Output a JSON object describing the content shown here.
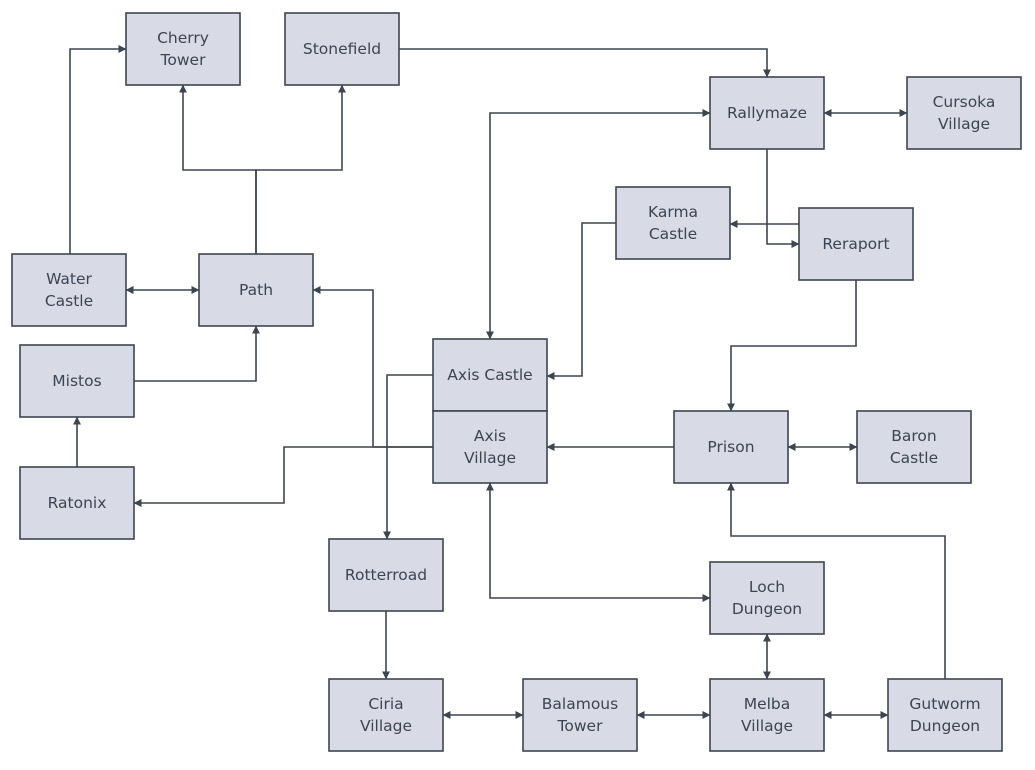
{
  "nodes": {
    "cherry_tower": {
      "line1": "Cherry",
      "line2": "Tower"
    },
    "stonefield": {
      "line1": "Stonefield"
    },
    "rallymaze": {
      "line1": "Rallymaze"
    },
    "cursoka_village": {
      "line1": "Cursoka",
      "line2": "Village"
    },
    "karma_castle": {
      "line1": "Karma",
      "line2": "Castle"
    },
    "reraport": {
      "line1": "Reraport"
    },
    "water_castle": {
      "line1": "Water",
      "line2": "Castle"
    },
    "path": {
      "line1": "Path"
    },
    "mistos": {
      "line1": "Mistos"
    },
    "axis_castle": {
      "line1": "Axis Castle"
    },
    "axis_village": {
      "line1": "Axis",
      "line2": "Village"
    },
    "prison": {
      "line1": "Prison"
    },
    "baron_castle": {
      "line1": "Baron",
      "line2": "Castle"
    },
    "ratonix": {
      "line1": "Ratonix"
    },
    "rotterroad": {
      "line1": "Rotterroad"
    },
    "loch_dungeon": {
      "line1": "Loch",
      "line2": "Dungeon"
    },
    "ciria_village": {
      "line1": "Ciria",
      "line2": "Village"
    },
    "balamous_tower": {
      "line1": "Balamous",
      "line2": "Tower"
    },
    "melba_village": {
      "line1": "Melba",
      "line2": "Village"
    },
    "gutworm_dungeon": {
      "line1": "Gutworm",
      "line2": "Dungeon"
    }
  },
  "edges": [
    {
      "from": "water_castle",
      "to": "cherry_tower",
      "direction": "forward"
    },
    {
      "from": "path",
      "to": "cherry_tower",
      "direction": "forward"
    },
    {
      "from": "path",
      "to": "stonefield",
      "direction": "forward"
    },
    {
      "from": "stonefield",
      "to": "rallymaze",
      "direction": "forward"
    },
    {
      "from": "rallymaze",
      "to": "cursoka_village",
      "direction": "both"
    },
    {
      "from": "rallymaze",
      "to": "axis_castle",
      "direction": "both"
    },
    {
      "from": "rallymaze",
      "to": "reraport",
      "direction": "forward"
    },
    {
      "from": "reraport",
      "to": "karma_castle",
      "direction": "forward"
    },
    {
      "from": "karma_castle",
      "to": "axis_castle",
      "direction": "forward"
    },
    {
      "from": "water_castle",
      "to": "path",
      "direction": "both"
    },
    {
      "from": "mistos",
      "to": "path",
      "direction": "forward"
    },
    {
      "from": "ratonix",
      "to": "mistos",
      "direction": "forward"
    },
    {
      "from": "axis_village",
      "to": "path",
      "direction": "forward"
    },
    {
      "from": "axis_village",
      "to": "ratonix",
      "direction": "forward"
    },
    {
      "from": "axis_castle",
      "to": "rotterroad",
      "direction": "forward"
    },
    {
      "from": "reraport",
      "to": "prison",
      "direction": "forward"
    },
    {
      "from": "prison",
      "to": "axis_village",
      "direction": "forward"
    },
    {
      "from": "prison",
      "to": "baron_castle",
      "direction": "both"
    },
    {
      "from": "gutworm_dungeon",
      "to": "prison",
      "direction": "forward"
    },
    {
      "from": "axis_village",
      "to": "loch_dungeon",
      "direction": "both"
    },
    {
      "from": "rotterroad",
      "to": "ciria_village",
      "direction": "forward"
    },
    {
      "from": "ciria_village",
      "to": "balamous_tower",
      "direction": "both"
    },
    {
      "from": "balamous_tower",
      "to": "melba_village",
      "direction": "both"
    },
    {
      "from": "melba_village",
      "to": "gutworm_dungeon",
      "direction": "both"
    },
    {
      "from": "melba_village",
      "to": "loch_dungeon",
      "direction": "both"
    }
  ],
  "colors": {
    "node_fill": "#d8dae6",
    "stroke": "#3d4550",
    "text": "#3d4550",
    "background": "#ffffff"
  }
}
